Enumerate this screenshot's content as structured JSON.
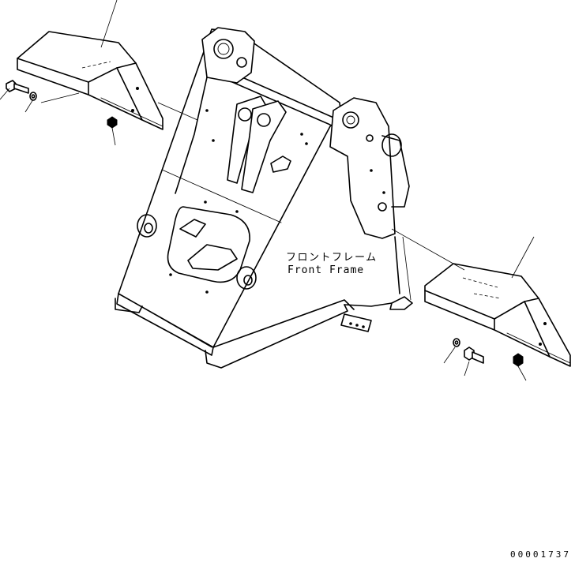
{
  "diagram": {
    "label_jp": "フロントフレーム",
    "label_en": "Front Frame",
    "drawing_number": "00001737"
  },
  "icons": [
    "front-frame",
    "left-cover-plate",
    "right-cover-plate",
    "bolt",
    "washer",
    "nut"
  ]
}
